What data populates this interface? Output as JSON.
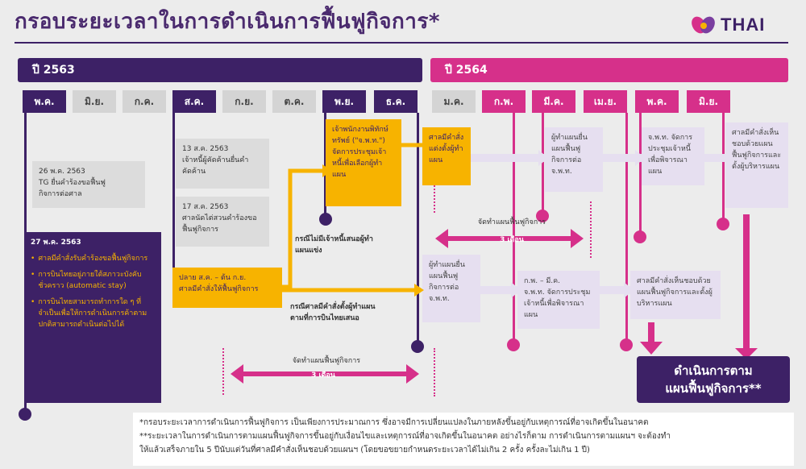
{
  "title": "กรอบระยะเวลาในการดำเนินการฟื้นฟูกิจการ*",
  "logo": {
    "text": "THAI"
  },
  "years": {
    "y2563": "ปี 2563",
    "y2564": "ปี 2564"
  },
  "months": [
    "พ.ค.",
    "มิ.ย.",
    "ก.ค.",
    "ส.ค.",
    "ก.ย.",
    "ต.ค.",
    "พ.ย.",
    "ธ.ค.",
    "ม.ค.",
    "ก.พ.",
    "มี.ค.",
    "เม.ย.",
    "พ.ค.",
    "มิ.ย."
  ],
  "boxes": {
    "b1": "26 พ.ค. 2563\nTG ยื่นคำร้องขอฟื้นฟู\nกิจการต่อศาล",
    "b2_date": "27 พ.ค. 2563",
    "b2_items": [
      "ศาลมีคำสั่งรับคำร้องขอฟื้นฟูกิจการ",
      "การบินไทยอยู่ภายใต้สภาวะบังคับชั่วคราว (automatic stay)",
      "การบินไทยสามารถทำการใด ๆ ที่จำเป็นเพื่อให้การดำเนินการค้าตามปกติสามารถดำเนินต่อไปได้"
    ],
    "b3": "13 ส.ค. 2563\nเจ้าหนี้ผู้คัดค้านยื่นคำคัดค้าน",
    "b4": "17 ส.ค. 2563\nศาลนัดไต่สวนคำร้องขอฟื้นฟูกิจการ",
    "b5": "ปลาย ส.ค. – ต้น ก.ย.\nศาลมีคำสั่งให้ฟื้นฟูกิจการ",
    "b6": "เจ้าพนักงานพิทักษ์ทรัพย์ (\"จ.พ.ท.\") จัดการประชุมเจ้าหนี้เพื่อเลือกผู้ทำแผน",
    "b7": "ศาลมีคำสั่งแต่งตั้งผู้ทำแผน",
    "b8": "กรณีไม่มีเจ้าหนี้เสนอผู้ทำแผนแข่ง",
    "b9": "กรณีศาลมีคำสั่งตั้งผู้ทำแผนตามที่การบินไทยเสนอ",
    "b10": "ผู้ทำแผนยื่นแผนฟื้นฟูกิจการต่อ จ.พ.ท.",
    "b11": "จ.พ.ท. จัดการประชุมเจ้าหนี้เพื่อพิจารณาแผน",
    "b12": "ศาลมีคำสั่งเห็นชอบด้วยแผนฟื้นฟูกิจการและตั้งผู้บริหารแผน",
    "b13": "ผู้ทำแผนยื่นแผนฟื้นฟูกิจการต่อ จ.พ.ท.",
    "b14": "ก.พ. – มี.ค.\nจ.พ.ท. จัดการประชุมเจ้าหนี้เพื่อพิจารณาแผน",
    "b15": "ศาลมีคำสั่งเห็นชอบด้วยแผนฟื้นฟูกิจการและตั้งผู้บริหารแผน"
  },
  "arrows": {
    "a1_label": "จัดทำแผนฟื้นฟูกิจการ",
    "a1_value": "3 เดือน",
    "a2_label": "จัดทำแผนฟื้นฟูกิจการ",
    "a2_value": "3 เดือน"
  },
  "final_box": "ดำเนินการตาม\nแผนฟื้นฟูกิจการ**",
  "footnotes": [
    "*กรอบระยะเวลาการดำเนินการฟื้นฟูกิจการ เป็นเพียงการประมาณการ ซึ่งอาจมีการเปลี่ยนแปลงในภายหลังขึ้นอยู่กับเหตุการณ์ที่อาจเกิดขึ้นในอนาคต",
    "**ระยะเวลาในการดำเนินการตามแผนฟื้นฟูกิจการขึ้นอยู่กับเงื่อนไขและเหตุการณ์ที่อาจเกิดขึ้นในอนาคต อย่างไรก็ตาม การดำเนินการตามแผนฯ จะต้องทำ",
    "ให้แล้วเสร็จภายใน 5 ปีนับแต่วันที่ศาลมีคำสั่งเห็นชอบด้วยแผนฯ (โดยขอขยายกำหนดระยะเวลาได้ไม่เกิน 2 ครั้ง ครั้งละไม่เกิน 1 ปี)"
  ],
  "colors": {
    "purple": "#3d2166",
    "pink": "#d6308a",
    "yellow": "#f7b300"
  }
}
